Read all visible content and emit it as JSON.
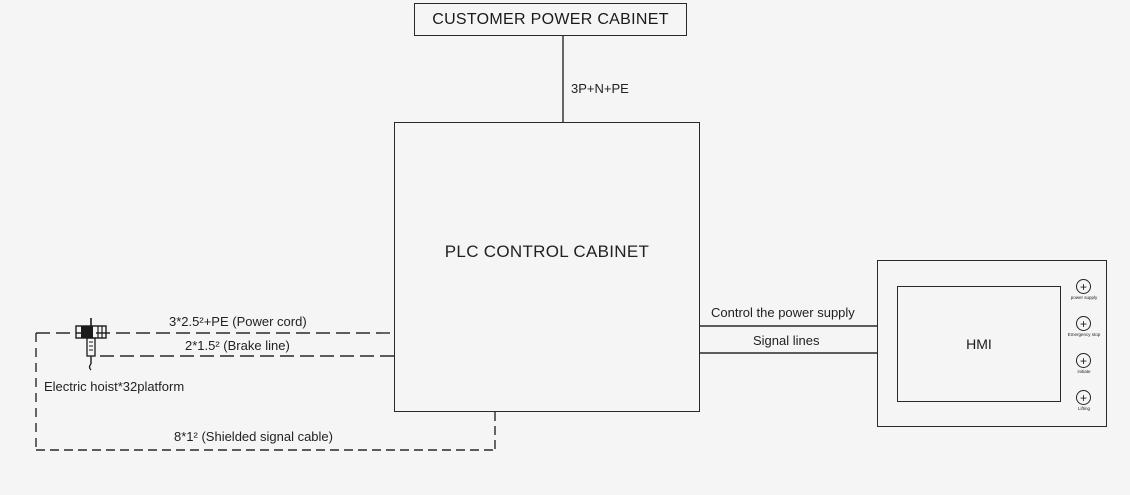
{
  "nodes": {
    "customer_cabinet": "CUSTOMER POWER CABINET",
    "plc_cabinet": "PLC CONTROL CABINET",
    "hmi": "HMI",
    "hoist": "Electric hoist*32platform"
  },
  "connections": {
    "customer_to_plc": "3P+N+PE",
    "power_cord": "3*2.5²+PE (Power cord)",
    "brake_line": "2*1.5² (Brake line)",
    "shielded_signal": "8*1² (Shielded signal cable)",
    "control_power": "Control the power supply",
    "signal_lines": "Signal lines"
  },
  "hmi_buttons": [
    {
      "symbol": "+",
      "caption": "power supply"
    },
    {
      "symbol": "+",
      "caption": "Emergency stop"
    },
    {
      "symbol": "+",
      "caption": "initiate"
    },
    {
      "symbol": "+",
      "caption": "Lifting"
    }
  ],
  "colors": {
    "background": "#f5f5f5",
    "line": "#2a2a2a"
  }
}
